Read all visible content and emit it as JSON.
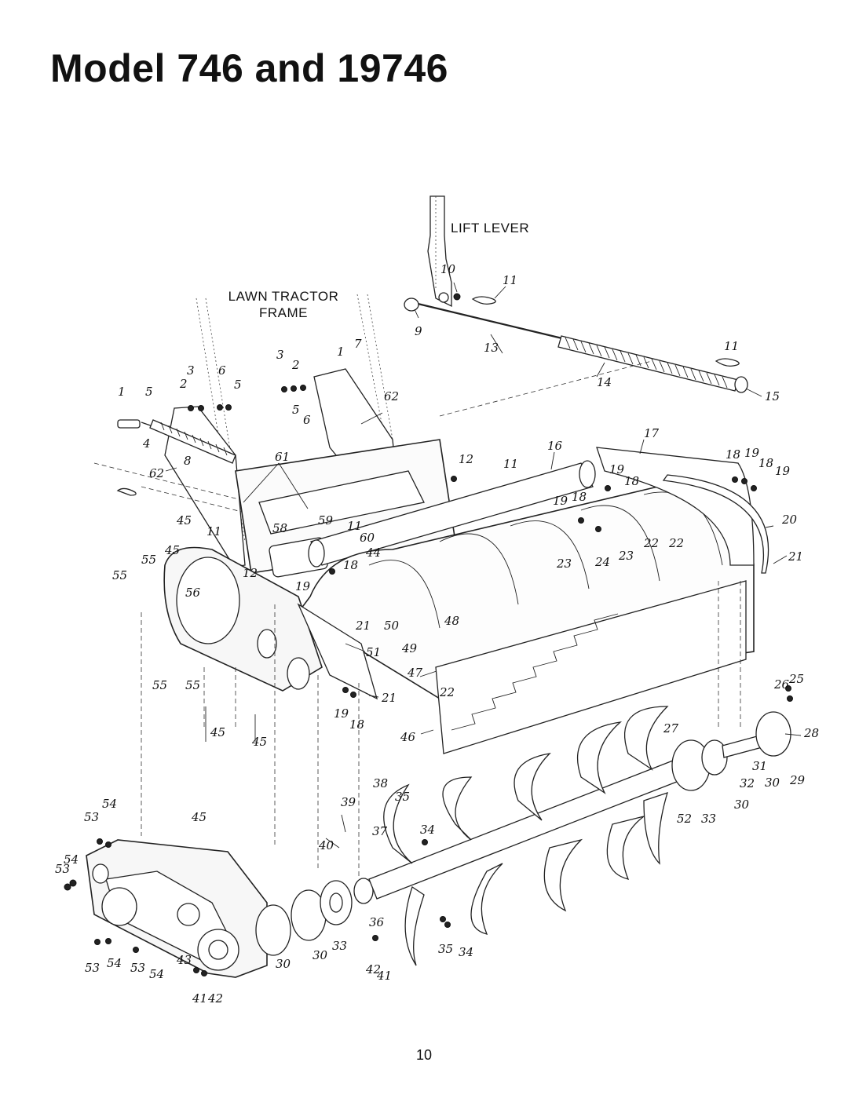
{
  "page": {
    "title": "Model 746 and 19746",
    "page_number": "10"
  },
  "labels": {
    "lift_lever": "LIFT LEVER",
    "lawn_tractor_line1": "LAWN TRACTOR",
    "lawn_tractor_line2": "FRAME"
  },
  "callouts": {
    "c1a": "1",
    "c1b": "1",
    "c2a": "2",
    "c2b": "2",
    "c3a": "3",
    "c3b": "3",
    "c4": "4",
    "c5a": "5",
    "c5b": "5",
    "c5c": "5",
    "c6a": "6",
    "c6b": "6",
    "c7": "7",
    "c8": "8",
    "c9": "9",
    "c10": "10",
    "c11a": "11",
    "c11b": "11",
    "c11c": "11",
    "c11d": "11",
    "c11e": "11",
    "c12a": "12",
    "c12b": "12",
    "c13": "13",
    "c14": "14",
    "c15": "15",
    "c16": "16",
    "c17": "17",
    "c18a": "18",
    "c18b": "18",
    "c18c": "18",
    "c18d": "18",
    "c18e": "18",
    "c18f": "18",
    "c19a": "19",
    "c19b": "19",
    "c19c": "19",
    "c19d": "19",
    "c19e": "19",
    "c19f": "19",
    "c20": "20",
    "c21a": "21",
    "c21b": "21",
    "c22a": "22",
    "c22b": "22",
    "c22c": "22",
    "c23a": "23",
    "c23b": "23",
    "c24": "24",
    "c25": "25",
    "c26": "26",
    "c27": "27",
    "c28": "28",
    "c29": "29",
    "c30a": "30",
    "c30b": "30",
    "c30c": "30",
    "c30d": "30",
    "c31": "31",
    "c32": "32",
    "c33a": "33",
    "c33b": "33",
    "c34a": "34",
    "c34b": "34",
    "c35a": "35",
    "c35b": "35",
    "c36": "36",
    "c37": "37",
    "c38": "38",
    "c39": "39",
    "c40": "40",
    "c41a": "41",
    "c41b": "41",
    "c42a": "42",
    "c42b": "42",
    "c43": "43",
    "c44": "44",
    "c45a": "45",
    "c45b": "45",
    "c45c": "45",
    "c45d": "45",
    "c45e": "45",
    "c46": "46",
    "c47": "47",
    "c48": "48",
    "c49": "49",
    "c50": "50",
    "c51": "51",
    "c52": "52",
    "c53a": "53",
    "c53b": "53",
    "c53c": "53",
    "c53d": "53",
    "c54a": "54",
    "c54b": "54",
    "c54c": "54",
    "c54d": "54",
    "c55a": "55",
    "c55b": "55",
    "c55c": "55",
    "c55d": "55",
    "c56": "56",
    "c58": "58",
    "c59": "59",
    "c60": "60",
    "c61": "61",
    "c62a": "62",
    "c62b": "62"
  }
}
